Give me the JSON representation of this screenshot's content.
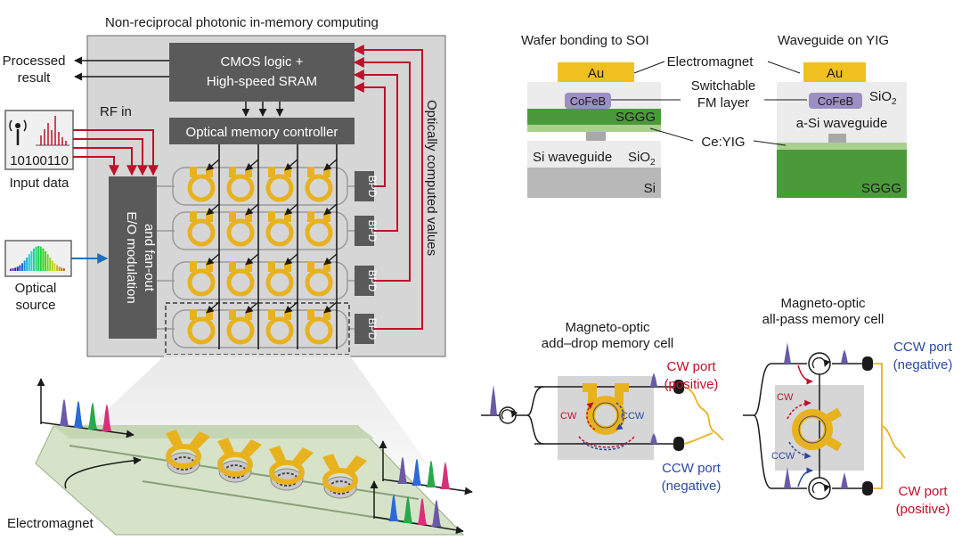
{
  "colors": {
    "panel_gray": "#d6d6d6",
    "dark_block": "#5a5a5a",
    "gold": "#e8b21f",
    "red_wire": "#c0102a",
    "blue_wire": "#1f6fb8",
    "sggg_green": "#4a9a3a",
    "ceyig_green": "#a9d08e",
    "cofeb_purple": "#9c8fc4",
    "si_gray": "#b8b8b8",
    "pulse_purple": "#6a5aa8"
  },
  "system": {
    "title": "Non-reciprocal photonic in-memory computing",
    "processed_result": [
      "Processed",
      "result"
    ],
    "cmos": [
      "CMOS logic +",
      "High-speed SRAM"
    ],
    "controller": "Optical memory controller",
    "rf_in": "RF in",
    "input_data_bits": "10100110",
    "input_data_label": "Input data",
    "optical_source": [
      "Optical",
      "source"
    ],
    "eo_block": [
      "E/O modulation",
      "and fan-out"
    ],
    "bpd": [
      "BPD",
      "BPD",
      "BPD",
      "BPD"
    ],
    "computed_values": "Optically computed values",
    "electromagnet": "Electromagnet"
  },
  "stacks": {
    "left_title": "Wafer bonding to SOI",
    "right_title": "Waveguide on YIG",
    "au": "Au",
    "electromagnet": "Electromagnet",
    "switchable": [
      "Switchable",
      "FM layer"
    ],
    "cofeb": "CoFeB",
    "sggg": "SGGG",
    "ceyig": "Ce:YIG",
    "si_waveguide": "Si waveguide",
    "sio2": "SiO",
    "sio2_sub": "2",
    "si": "Si",
    "asi_waveguide": "a-Si waveguide"
  },
  "adddrop": {
    "title": [
      "Magneto-optic",
      "add–drop memory cell"
    ],
    "cw": "CW",
    "ccw": "CCW",
    "cw_port": [
      "CW port",
      "(positive)"
    ],
    "ccw_port": [
      "CCW port",
      "(negative)"
    ]
  },
  "allpass": {
    "title": [
      "Magneto-optic",
      "all-pass memory cell"
    ],
    "cw": "CW",
    "ccw": "CCW",
    "ccw_port": [
      "CCW port",
      "(negative)"
    ],
    "cw_port": [
      "CW port",
      "(positive)"
    ]
  }
}
